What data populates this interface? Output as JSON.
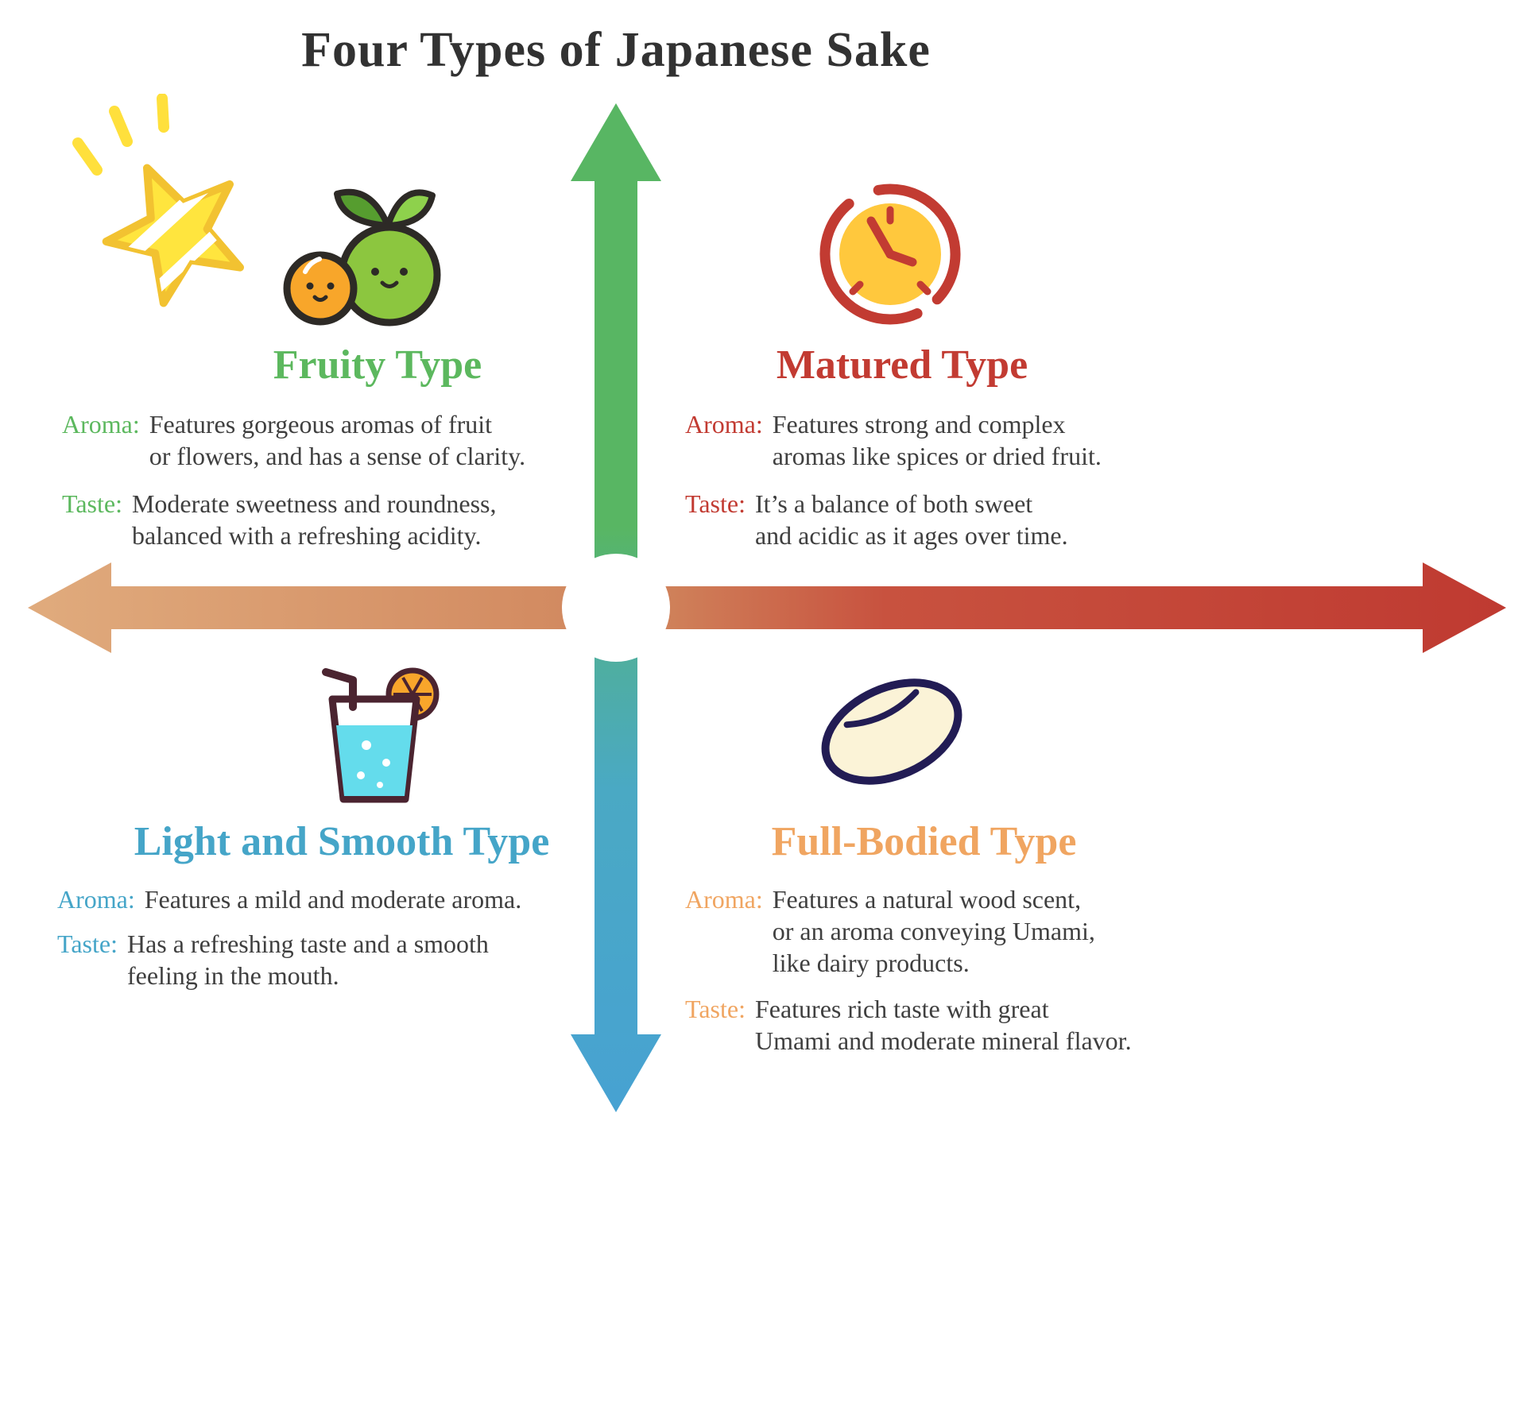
{
  "title": "Four Types of Japanese Sake",
  "colors": {
    "fruity_green": "#5cb85e",
    "matured_red": "#c23b32",
    "light_blue": "#45a5c8",
    "full_orange": "#f0a561",
    "body_text": "#3f3f3f",
    "axis_vertical_top": "#58b663",
    "axis_vertical_bottom": "#47a2d2",
    "axis_horizontal_left": "#e0ab7d",
    "axis_horizontal_right": "#bf3a31"
  },
  "quadrants": {
    "fruity": {
      "title": "Fruity Type",
      "icon": "fruit-icon",
      "aroma_label": "Aroma:",
      "aroma_text": "Features gorgeous aromas of fruit\nor flowers, and has a sense of clarity.",
      "taste_label": "Taste:",
      "taste_text": "Moderate sweetness and roundness,\nbalanced with a refreshing acidity."
    },
    "matured": {
      "title": "Matured Type",
      "icon": "clock-icon",
      "aroma_label": "Aroma:",
      "aroma_text": "Features strong and complex\naromas like spices or dried fruit.",
      "taste_label": "Taste:",
      "taste_text": "It’s a balance of both sweet\nand acidic as it ages over time."
    },
    "light": {
      "title": "Light and Smooth Type",
      "icon": "drink-glass-icon",
      "aroma_label": "Aroma:",
      "aroma_text": "Features a mild and moderate aroma.",
      "taste_label": "Taste:",
      "taste_text": "Has a refreshing taste and a smooth\nfeeling in the mouth."
    },
    "full": {
      "title": "Full-Bodied Type",
      "icon": "rice-grain-icon",
      "aroma_label": "Aroma:",
      "aroma_text": "Features a natural wood scent,\nor an aroma conveying Umami,\nlike dairy products.",
      "taste_label": "Taste:",
      "taste_text": "Features rich taste with great\nUmami and moderate mineral flavor."
    }
  }
}
